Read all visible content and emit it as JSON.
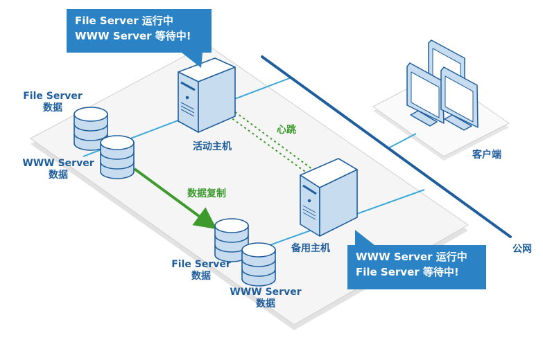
{
  "diagram": {
    "callouts": {
      "active": {
        "line1": "File Server 运行中",
        "line2": "WWW Server 等待中!"
      },
      "standby": {
        "line1": "WWW Server 运行中",
        "line2": "File Server 等待中!"
      }
    },
    "nodes": {
      "active_host": "活动主机",
      "standby_host": "备用主机",
      "clients": "客户端",
      "public_network": "公网"
    },
    "data_stores": {
      "active_file": {
        "line1": "File Server",
        "line2": "数据"
      },
      "active_www": {
        "line1": "WWW Server",
        "line2": "数据"
      },
      "standby_file": {
        "line1": "File Server",
        "line2": "数据"
      },
      "standby_www": {
        "line1": "WWW Server",
        "line2": "数据"
      }
    },
    "links": {
      "heartbeat": "心跳",
      "replication": "数据复制"
    },
    "colors": {
      "callout": "#2b83c6",
      "label": "#1f5e9c",
      "heartbeat": "#3f9a2e",
      "replication": "#3f9a2e",
      "lan": "#3aa7d8",
      "public_line": "#1f5e9c",
      "device_fill": "#c7dcee",
      "device_stroke": "#1f5e9c"
    }
  }
}
